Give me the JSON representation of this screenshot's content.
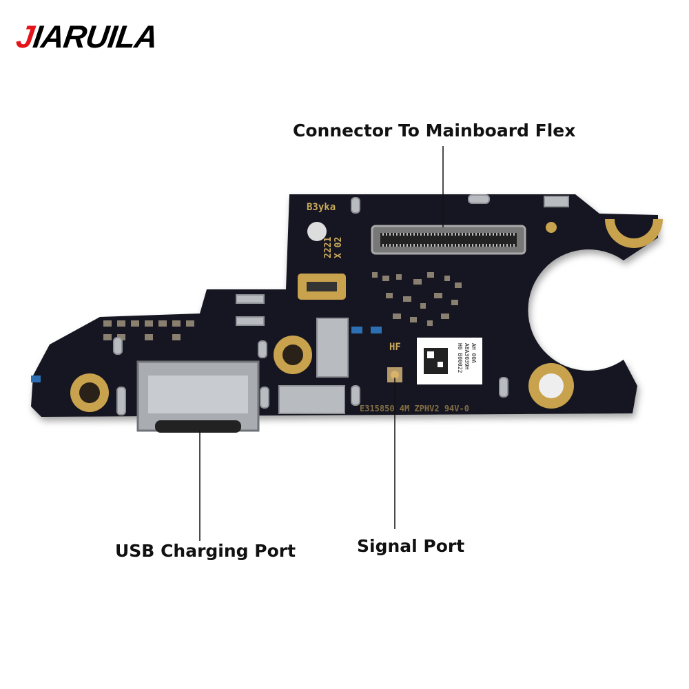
{
  "brand": {
    "logo_first": "J",
    "logo_rest": "IARUILA"
  },
  "callouts": {
    "connector": "Connector To Mainboard Flex",
    "usb": "USB Charging Port",
    "signal": "Signal Port"
  },
  "pcb_markings": {
    "model": "B3yka",
    "code1": "2221",
    "code2": "X 02",
    "hf": "HF",
    "bottom": "E315850 4M ZPHV2 94V-0",
    "sticker1": "H0 B00022",
    "sticker2": "A8A3039H",
    "sticker3": "AH 00A"
  },
  "colors": {
    "accent": "#e4141b",
    "pcb": "#141820",
    "gold": "#c9a24d",
    "metal": "#b8bcc0"
  }
}
